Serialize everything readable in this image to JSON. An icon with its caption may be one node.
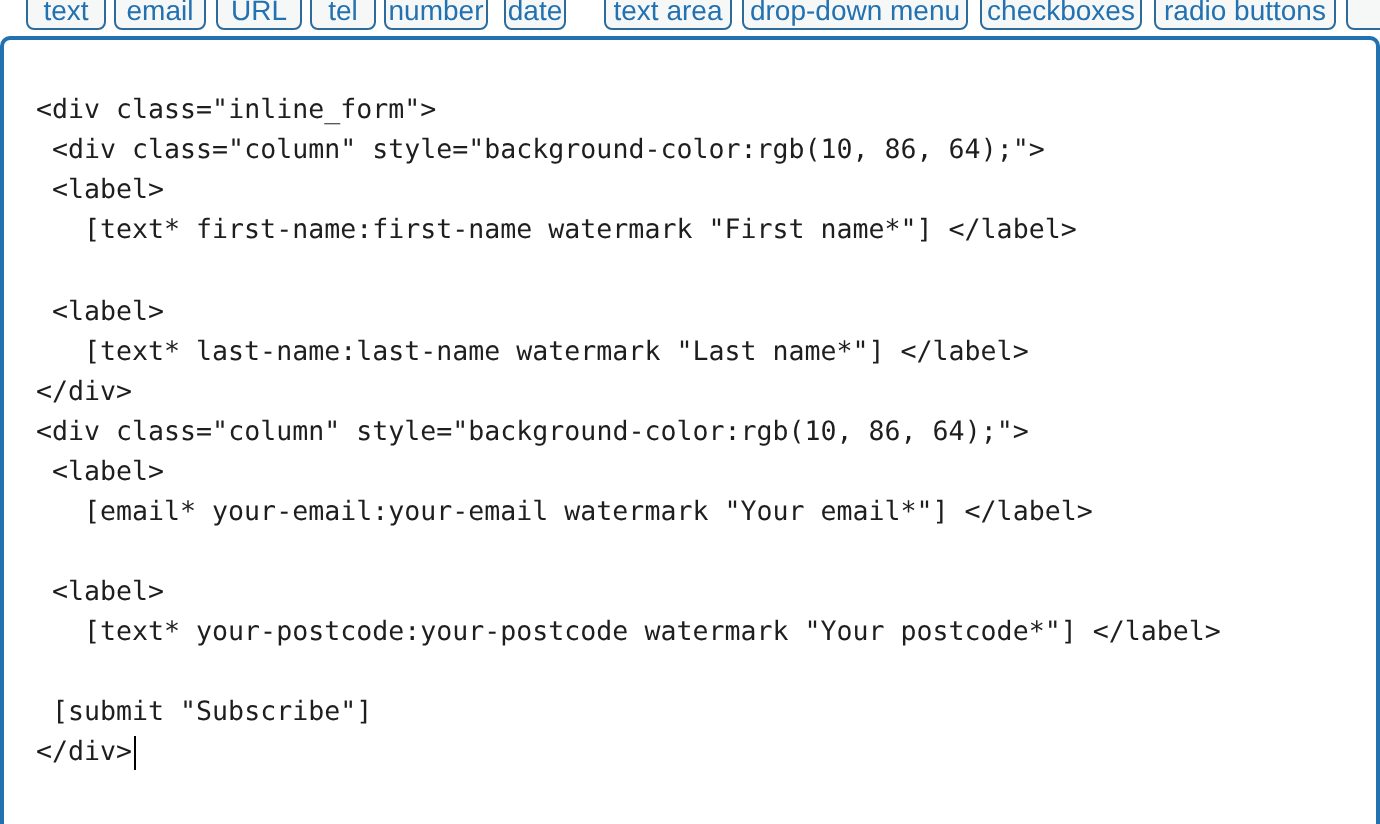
{
  "diagram": {
    "labels": [
      "text",
      "email",
      "URL",
      "tel",
      "number",
      "date",
      "text area",
      "drop-down menu",
      "checkboxes",
      "radio buttons",
      "<div class=\"inline_form\">",
      "<div class=\"column\" style=\"background-color:rgb(10, 86, 64);\">",
      "<label>",
      "[text* first-name:first-name watermark \"First name*\"] </label>",
      "<label>",
      "[text* last-name:last-name watermark \"Last name*\"] </label>",
      "</div>",
      "<div class=\"column\" style=\"background-color:rgb(10, 86, 64);\">",
      "<label>",
      "[email* your-email:your-email watermark \"Your email*\"] </label>",
      "<label>",
      "[text* your-postcode:your-postcode watermark \"Your postcode*\"] </label>",
      "[submit \"Subscribe\"]",
      "</div>"
    ]
  }
}
